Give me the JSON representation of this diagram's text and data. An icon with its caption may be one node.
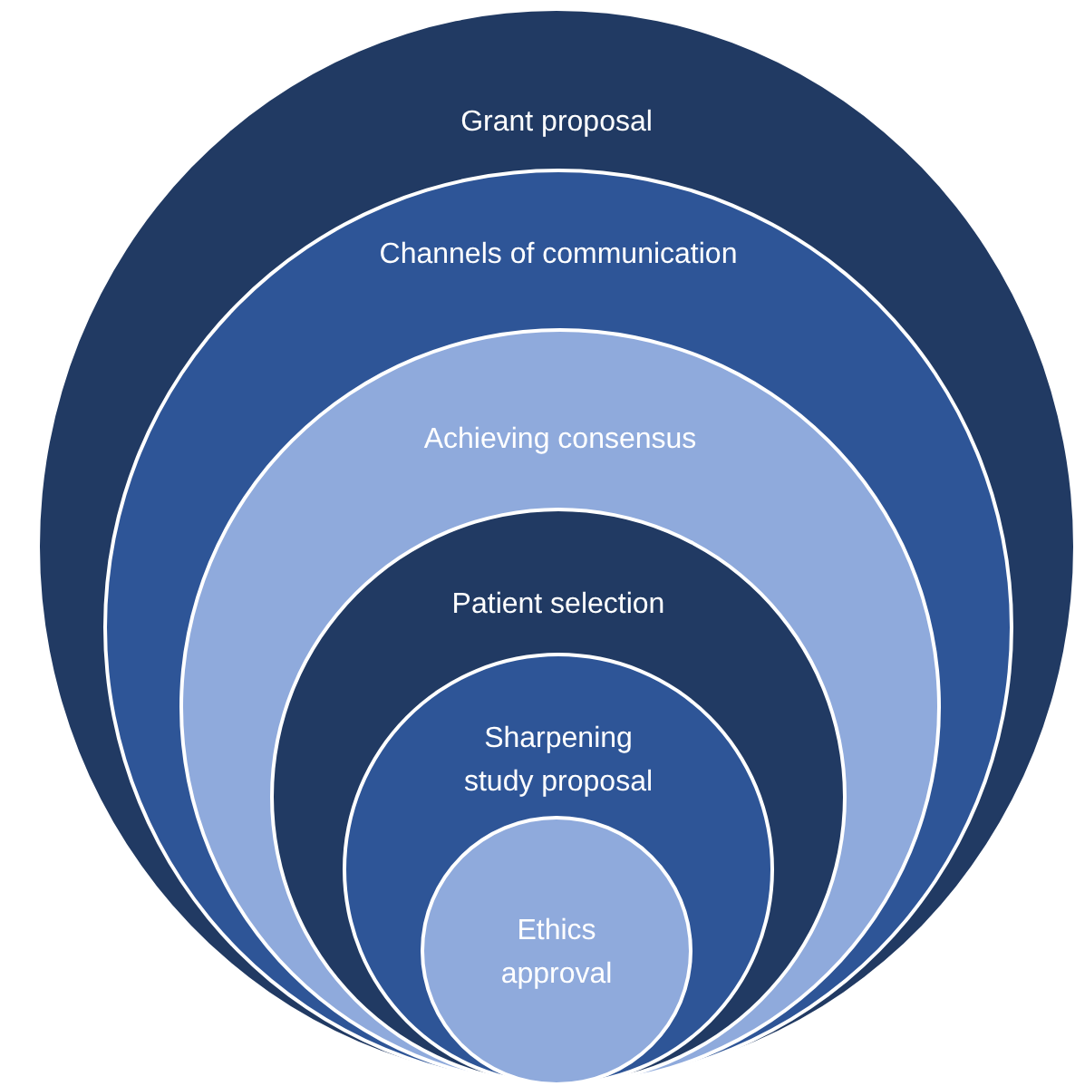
{
  "diagram": {
    "nodes": [
      {
        "text": [
          "Grant proposal"
        ]
      },
      {
        "text": [
          "Channels of communication"
        ],
        "in": 0
      },
      {
        "text": [
          "Achieving consensus"
        ],
        "in": 1
      },
      {
        "text": [
          "Patient selection"
        ],
        "in": 2
      },
      {
        "text": [
          "Sharpening study proposal"
        ],
        "in": 3
      },
      {
        "text": [
          "Ethics approval"
        ],
        "in": 4
      }
    ]
  }
}
